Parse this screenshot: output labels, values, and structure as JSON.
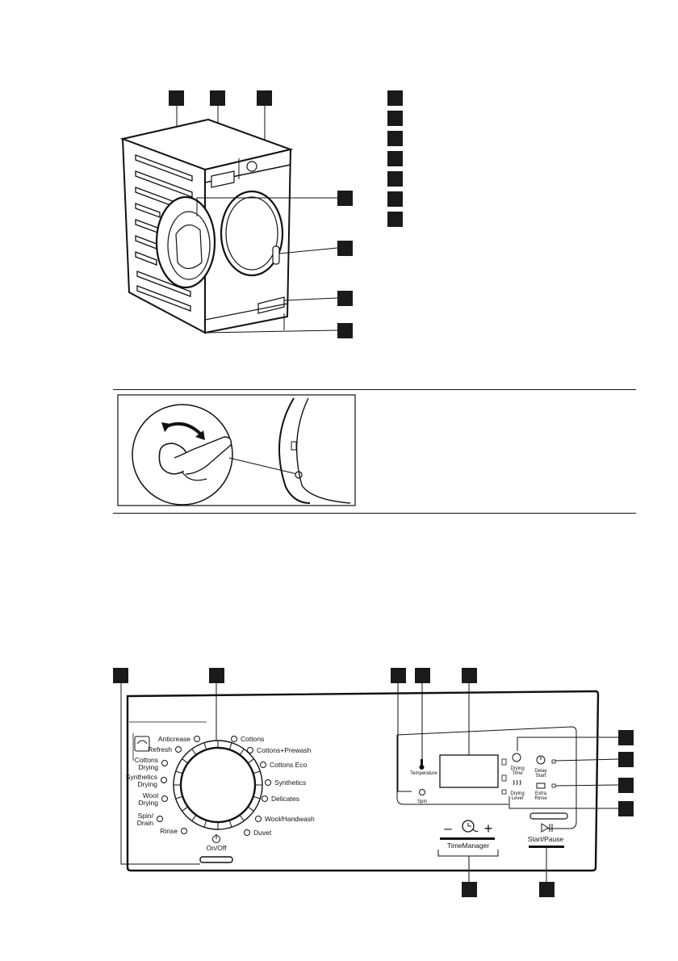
{
  "machine_figure": {
    "callouts_top": [
      "",
      "",
      ""
    ],
    "callouts_side": [
      "",
      "",
      "",
      ""
    ],
    "legend_boxes": [
      "",
      "",
      "",
      "",
      "",
      "",
      ""
    ]
  },
  "filter_figure": {
    "description_text": ""
  },
  "control_panel": {
    "programmes_left": [
      {
        "label": "Anticrease",
        "icon": "anticrease-icon"
      },
      {
        "label": "Refresh",
        "icon": "refresh-icon"
      },
      {
        "label": "Cottons\nDrying",
        "icon": "cottons-drying-icon"
      },
      {
        "label": "Synthetics\nDrying",
        "icon": "synthetics-drying-icon"
      },
      {
        "label": "Wool\nDrying",
        "icon": "wool-drying-icon"
      },
      {
        "label": "Spin/\nDrain",
        "icon": "spin-drain-icon"
      },
      {
        "label": "Rinse",
        "icon": "rinse-icon"
      }
    ],
    "programmes_right": [
      {
        "label": "Cottons",
        "icon": "cottons-icon"
      },
      {
        "label": "Cottons+Prewash",
        "icon": "cottons-prewash-icon"
      },
      {
        "label": "Cottons Eco",
        "icon": "cottons-eco-icon"
      },
      {
        "label": "Synthetics",
        "icon": "synthetics-icon"
      },
      {
        "label": "Delicates",
        "icon": "delicates-icon"
      },
      {
        "label": "Wool/Handwash",
        "icon": "wool-handwash-icon"
      },
      {
        "label": "Duvet",
        "icon": "duvet-icon"
      }
    ],
    "on_off_label": "On/Off",
    "temperature_label": "Temperature",
    "spin_label": "Spin",
    "drying_time_label": "Drying\nTime",
    "drying_level_label": "Drying\nLevel",
    "delay_start_label": "Delay\nStart",
    "extra_rinse_label": "Extra\nRinse",
    "time_manager_label": "TimeManager",
    "time_minus": "–",
    "time_plus": "+",
    "start_pause_label": "Start/Pause",
    "callouts_top": [
      "",
      "",
      "",
      "",
      ""
    ],
    "callouts_right": [
      "",
      "",
      "",
      ""
    ],
    "callouts_bottom": [
      "",
      ""
    ]
  }
}
